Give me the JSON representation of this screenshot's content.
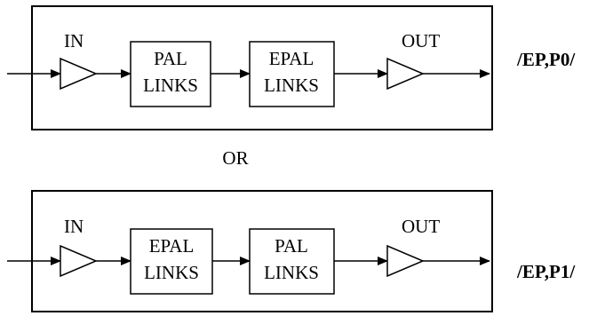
{
  "diagrams": [
    {
      "in_label": "IN",
      "out_label": "OUT",
      "block1": {
        "line1": "PAL",
        "line2": "LINKS"
      },
      "block2": {
        "line1": "EPAL",
        "line2": "LINKS"
      },
      "tag": "/EP,P0/"
    },
    {
      "in_label": "IN",
      "out_label": "OUT",
      "block1": {
        "line1": "EPAL",
        "line2": "LINKS"
      },
      "block2": {
        "line1": "PAL",
        "line2": "LINKS"
      },
      "tag": "/EP,P1/"
    }
  ],
  "separator": "OR"
}
